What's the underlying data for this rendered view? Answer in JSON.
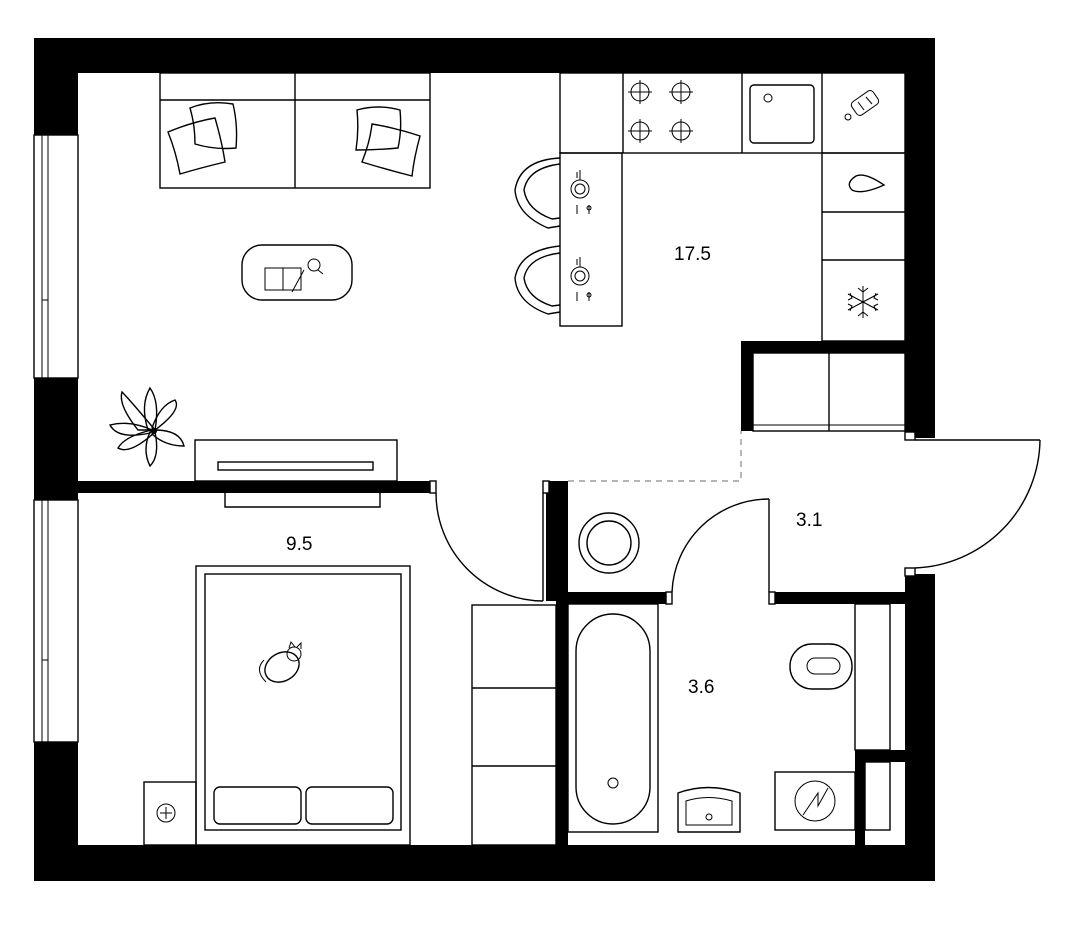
{
  "rooms": [
    {
      "id": "living-kitchen",
      "area": "17.5"
    },
    {
      "id": "bedroom",
      "area": "9.5"
    },
    {
      "id": "hallway",
      "area": "3.1"
    },
    {
      "id": "bathroom",
      "area": "3.6"
    }
  ],
  "colors": {
    "wall": "#000000",
    "background": "#ffffff",
    "dashed_boundary": "#888888"
  },
  "icons": [
    "sofa-icon",
    "pillow-icon",
    "coffee-table-icon",
    "plant-icon",
    "tv-stand-icon",
    "stove-icon",
    "sink-icon",
    "cutting-board-icon",
    "drop-icon",
    "snowflake-icon",
    "bar-stool-icon",
    "plate-icon",
    "bed-icon",
    "cat-icon",
    "washing-machine-icon",
    "bathtub-icon",
    "toilet-icon",
    "washbasin-icon",
    "heater-icon",
    "wardrobe-icon"
  ]
}
